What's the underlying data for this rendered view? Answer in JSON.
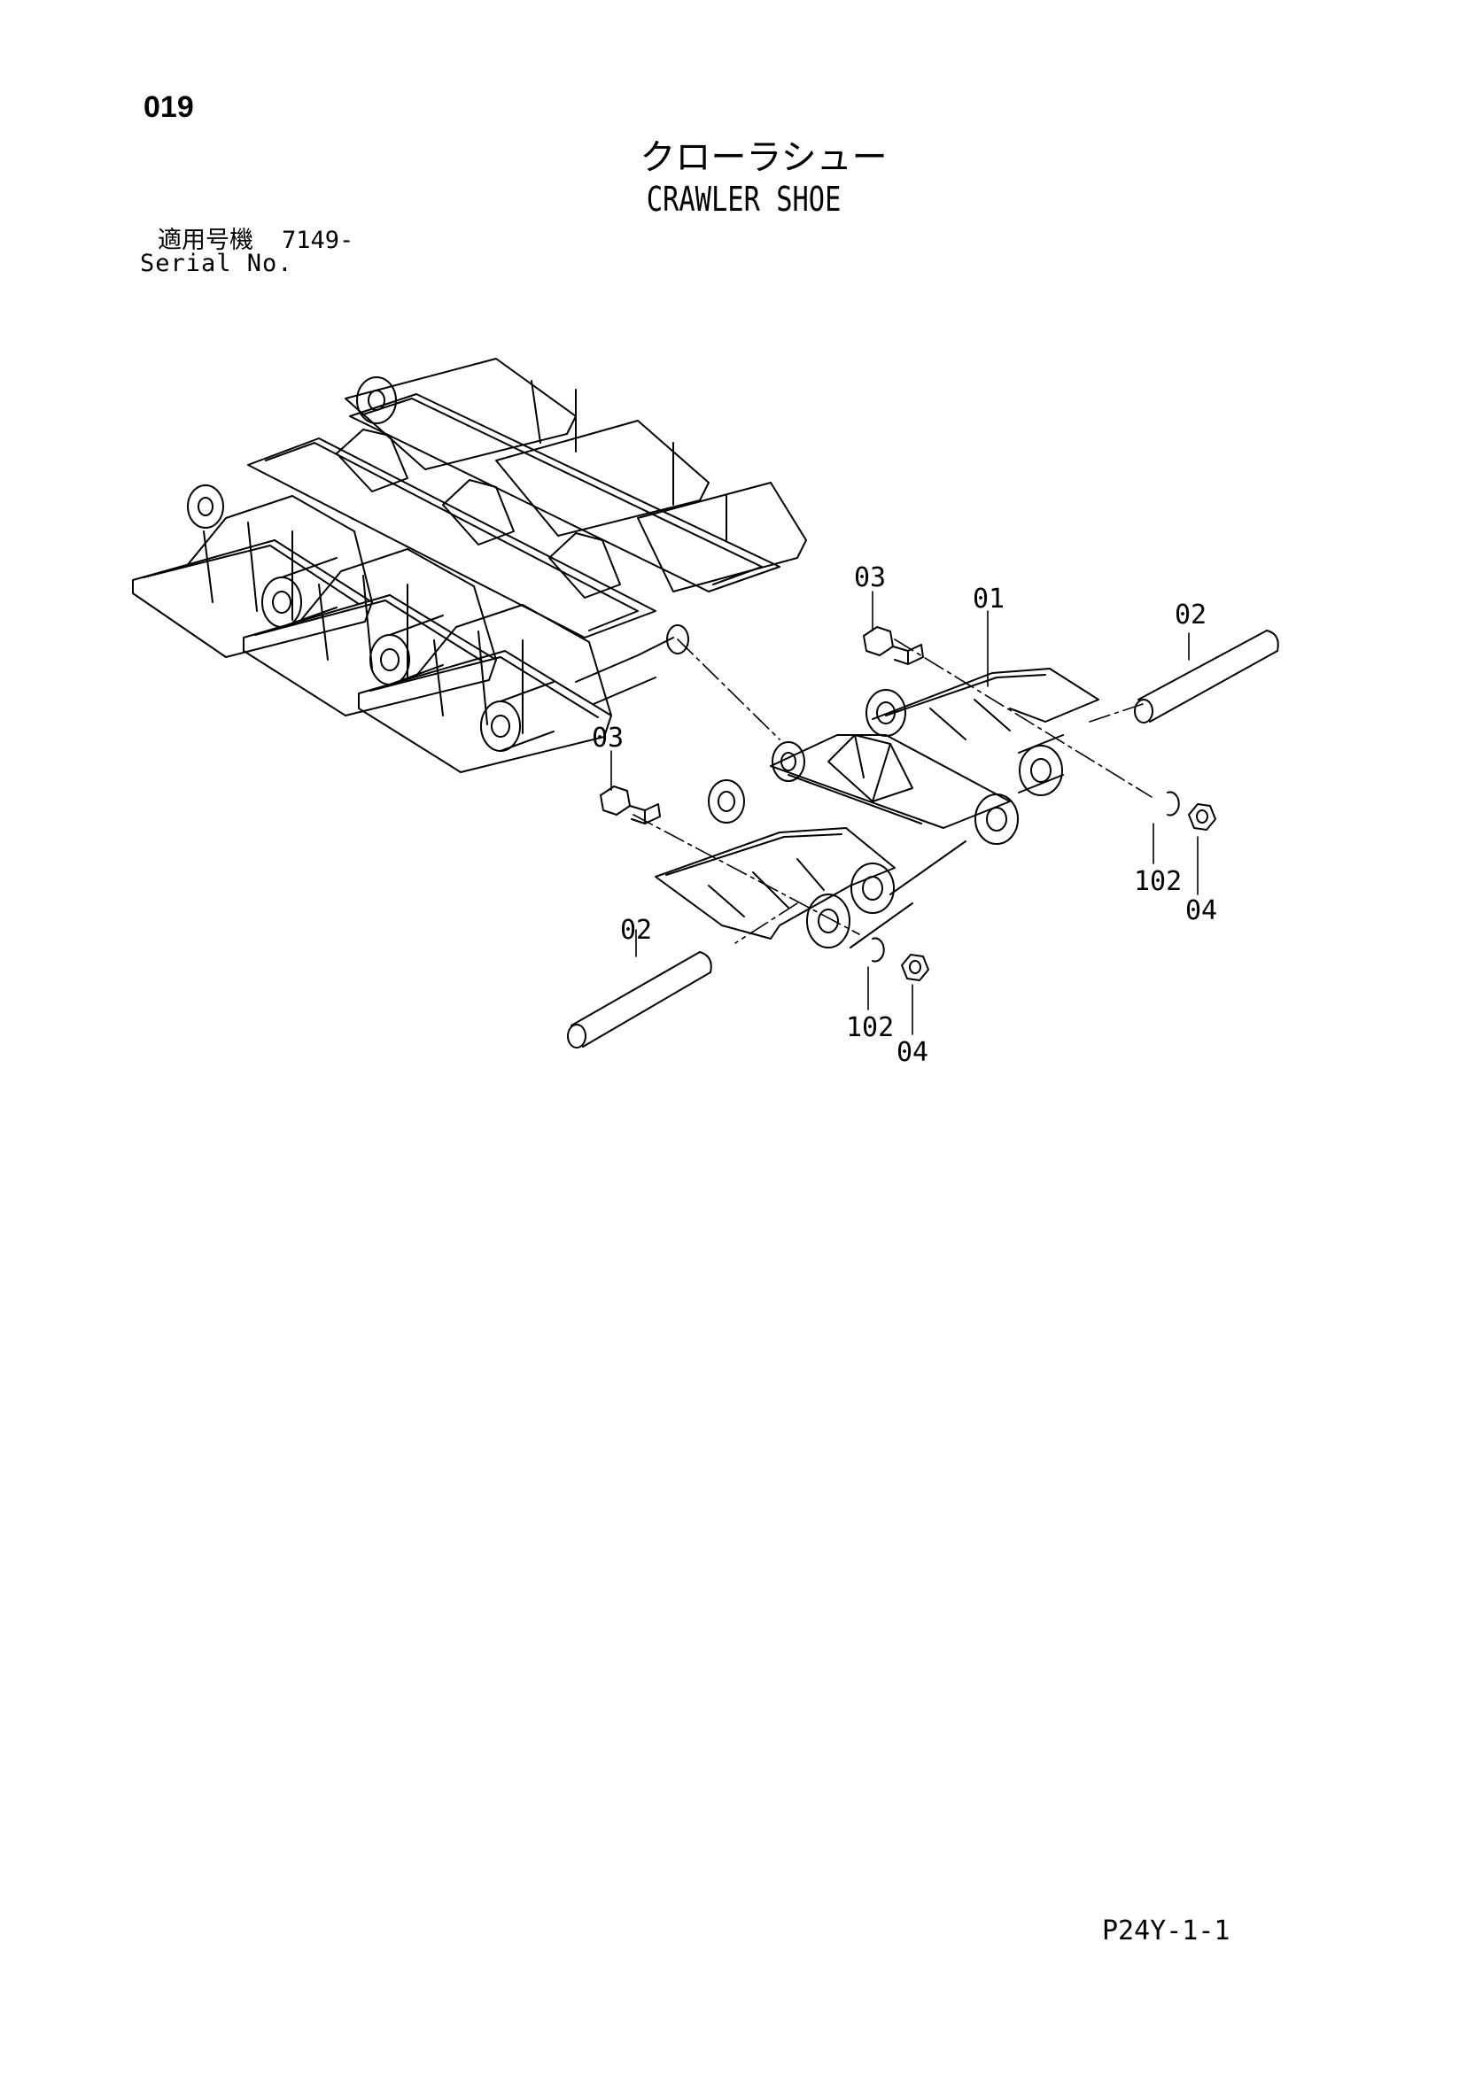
{
  "header": {
    "page_number": "019",
    "title_jp": "クローラシュー",
    "title_en": "CRAWLER SHOE",
    "serial_label_jp": "適用号機",
    "serial_value": "7149-",
    "serial_label_en": "Serial No."
  },
  "callouts": {
    "c01": "01",
    "c02a": "02",
    "c02b": "02",
    "c03a": "03",
    "c03b": "03",
    "c04a": "04",
    "c04b": "04",
    "c102a": "102",
    "c102b": "102"
  },
  "footer": {
    "page_code": "P24Y-1-1"
  }
}
